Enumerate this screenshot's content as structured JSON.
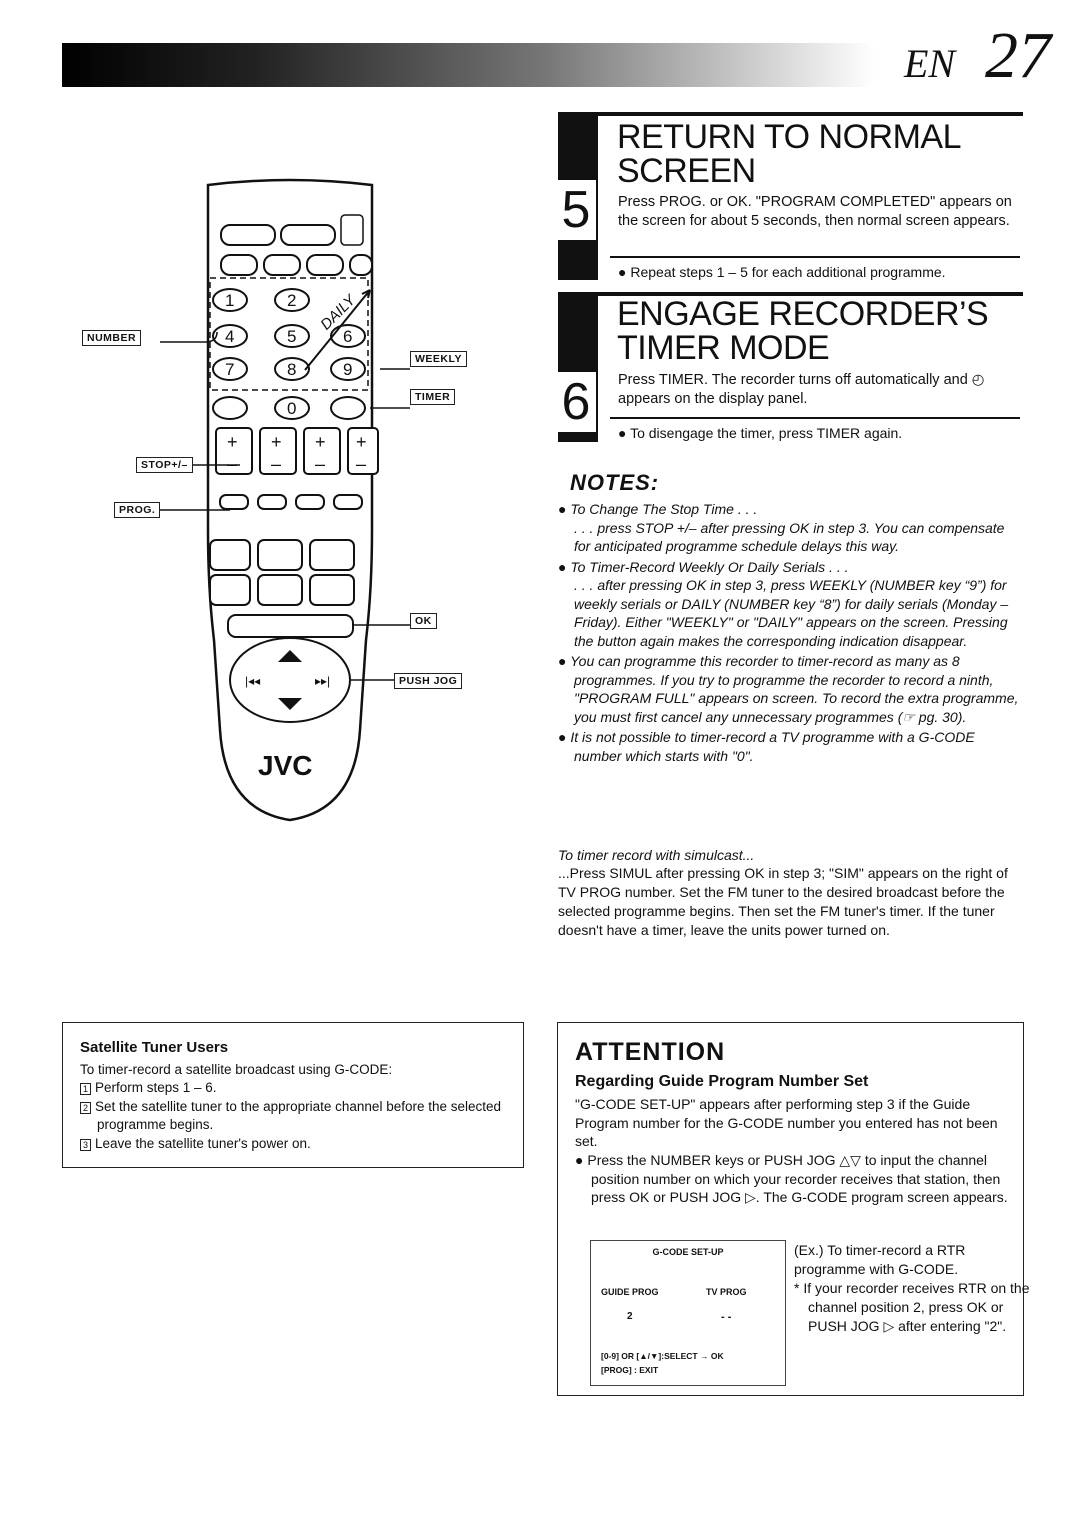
{
  "header": {
    "lang": "EN",
    "page_number": "27"
  },
  "steps": [
    {
      "number": "5",
      "title_line1": "RETURN TO NORMAL",
      "title_line2": "SCREEN",
      "text": "Press PROG. or OK. \"PROGRAM COMPLETED\" appears on the screen for about 5 seconds, then normal screen appears.",
      "note": "Repeat steps 1 – 5 for each additional programme."
    },
    {
      "number": "6",
      "title_line1": "ENGAGE RECORDER’S",
      "title_line2": "TIMER MODE",
      "text": "Press TIMER. The recorder turns off automatically and ◴ appears on the display panel.",
      "note": "To disengage the timer, press TIMER again."
    }
  ],
  "remote_labels": {
    "number": "NUMBER",
    "weekly": "WEEKLY",
    "timer": "TIMER",
    "stop": "STOP+/–",
    "prog": "PROG.",
    "ok": "OK",
    "push_jog": "PUSH JOG",
    "daily": "DAILY",
    "brand": "JVC"
  },
  "notes": {
    "heading": "NOTES:",
    "items": [
      {
        "title": "To Change The Stop Time . . .",
        "text": ". . . press STOP +/– after pressing OK in step 3. You can compensate for anticipated programme schedule delays this way."
      },
      {
        "title": "To Timer-Record Weekly Or Daily Serials . . .",
        "text": ". . . after pressing OK in step 3, press WEEKLY (NUMBER key “9”) for weekly serials or DAILY (NUMBER key “8”) for daily serials (Monday – Friday). Either \"WEEKLY\" or \"DAILY\" appears on the screen. Pressing the button again makes the corresponding indication disappear."
      },
      {
        "title": "",
        "text": "You can programme this recorder to timer-record as many as 8 programmes. If you try to programme the recorder to record a ninth, \"PROGRAM FULL\" appears on screen. To record the extra programme, you must first cancel any unnecessary programmes (☞ pg. 30)."
      },
      {
        "title": "",
        "text": "It is not possible to timer-record a TV programme with a G-CODE number which starts with \"0\"."
      }
    ],
    "simulcast_title": "To timer record with simulcast...",
    "simulcast_text": "...Press SIMUL after pressing OK in step 3; \"SIM\" appears on the right of TV PROG number. Set the FM tuner to the desired broadcast before the selected programme begins. Then set the FM tuner's timer. If the tuner doesn't have a timer, leave the units power turned on."
  },
  "satellite": {
    "title": "Satellite Tuner Users",
    "intro": "To timer-record a satellite broadcast using G-CODE:",
    "steps": [
      {
        "n": "1",
        "text": "Perform steps 1 – 6."
      },
      {
        "n": "2",
        "text": "Set the satellite tuner to the appropriate channel before the selected programme begins."
      },
      {
        "n": "3",
        "text": "Leave the satellite tuner's power on."
      }
    ]
  },
  "attention": {
    "heading": "ATTENTION",
    "subtitle": "Regarding Guide Program Number Set",
    "text": "\"G-CODE SET-UP\" appears after performing step 3 if the Guide Program number for the G-CODE number you entered has not been set.",
    "bullet": "Press the NUMBER keys or PUSH JOG △▽ to input the channel position number on which your recorder receives that station, then press OK or PUSH JOG ▷. The G-CODE program screen appears.",
    "screen": {
      "title": "G-CODE SET-UP",
      "col1": "GUIDE PROG",
      "col2": "TV PROG",
      "value1": "2",
      "value2": "- -",
      "footer1": "[0-9] OR [▲/▼]:SELECT → OK",
      "footer2": "[PROG] : EXIT"
    },
    "example": "(Ex.) To timer-record a RTR programme with G-CODE.",
    "example_note": "* If your recorder receives RTR on the channel position 2, press OK or PUSH JOG ▷ after entering \"2\"."
  }
}
